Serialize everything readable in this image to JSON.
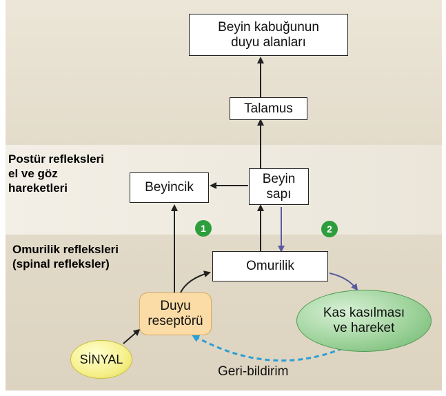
{
  "nodes": {
    "cortex": "Beyin kabuğunun\nduyu alanları",
    "thalamus": "Talamus",
    "brainstem": "Beyin\nsapı",
    "cerebellum": "Beyincik",
    "spinal_cord": "Omurilik",
    "receptor": "Duyu\nreseptörü",
    "muscle": "Kas kasılması\nve hareket",
    "signal": "SİNYAL"
  },
  "labels": {
    "posture": "Postür refleksleri\nel ve göz\nhareketleri",
    "spinal": "Omurilik refleksleri\n(spinal refleksler)"
  },
  "badges": [
    "1",
    "2"
  ],
  "feedback": "Geri-bildirim",
  "colors": {
    "band_light": "#f1ede4",
    "band_mid": "#e6dfd0",
    "band_dark": "#ddd4c2",
    "arrow": "#222222",
    "motor_arrow": "#5a5aa0",
    "feedback_dash": "#2a9fd6",
    "badge": "#2e9d3c"
  }
}
